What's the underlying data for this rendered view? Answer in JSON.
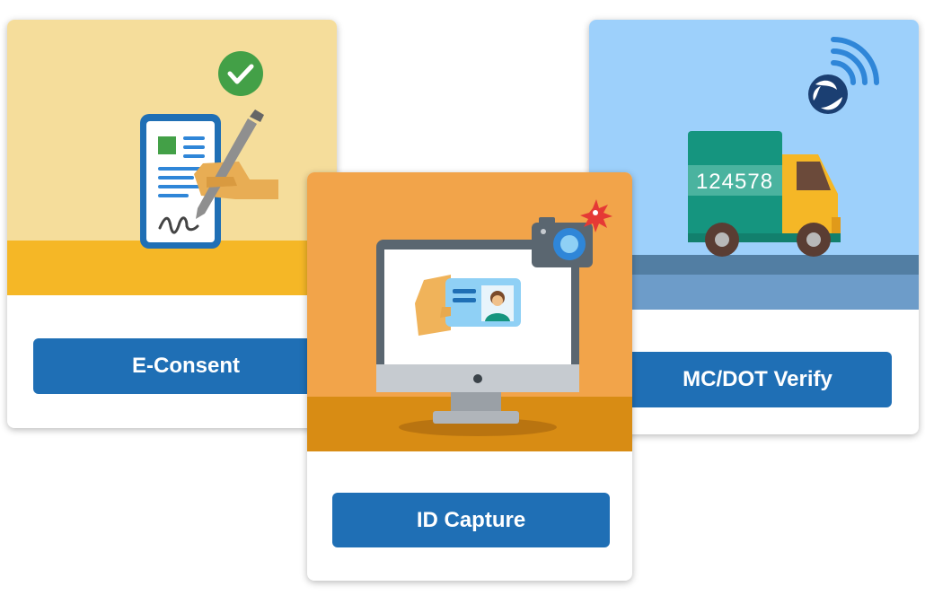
{
  "cards": [
    {
      "id": "econsent",
      "button_label": "E-Consent",
      "art": "signing-document"
    },
    {
      "id": "id_capture",
      "button_label": "ID Capture",
      "art": "id-card-on-monitor"
    },
    {
      "id": "mcdot",
      "button_label": "MC/DOT Verify",
      "art": "delivery-truck",
      "truck_number": "124578"
    }
  ],
  "colors": {
    "econsent_bg": "#f5dd9b",
    "econsent_band": "#f5b726",
    "idcapture_bg": "#f2a44a",
    "idcapture_desk": "#d88c14",
    "mcdot_sky": "#9dd0fb",
    "mcdot_road": "#527ea3",
    "button": "#1f6fb5"
  }
}
